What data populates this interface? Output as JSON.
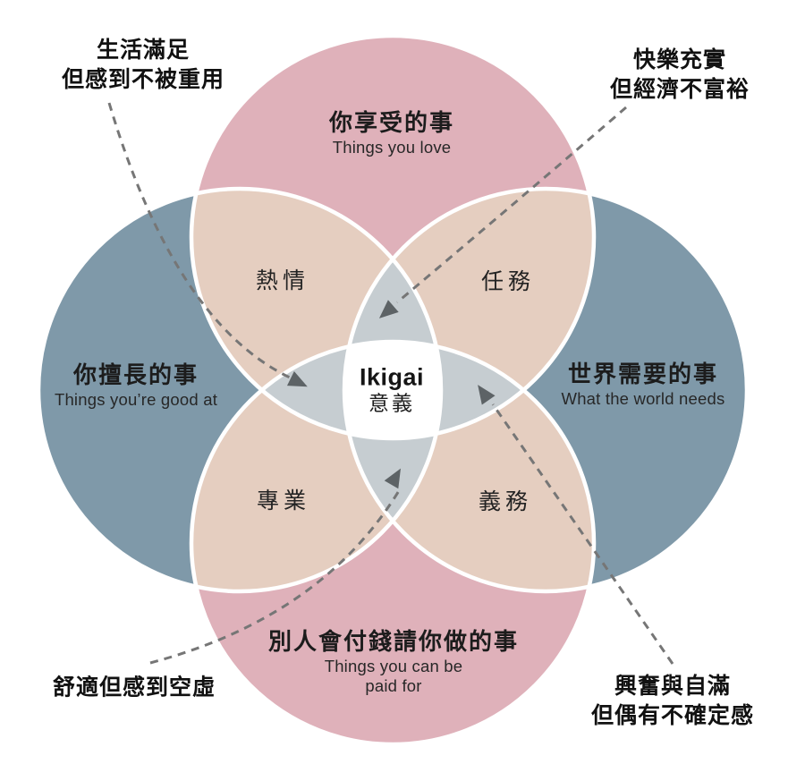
{
  "diagram": {
    "title_concept": "Ikigai",
    "center": {
      "title": "Ikigai",
      "subtitle": "意義"
    },
    "circles": {
      "top": {
        "zh": "你享受的事",
        "en": "Things you love"
      },
      "left": {
        "zh": "你擅長的事",
        "en": "Things you’re good at"
      },
      "right": {
        "zh": "世界需要的事",
        "en": "What the world needs"
      },
      "bottom": {
        "zh": "別人會付錢請你做的事",
        "en": "Things you can be paid for"
      }
    },
    "overlaps": {
      "passion": "熱情",
      "mission": "任務",
      "profession": "專業",
      "vocation": "義務"
    },
    "annotations": {
      "top_left": {
        "line1": "生活滿足",
        "line2": "但感到不被重用"
      },
      "top_right": {
        "line1": "快樂充實",
        "line2": "但經濟不富裕"
      },
      "bottom_left": {
        "line1": "舒適但感到空虛",
        "line2": ""
      },
      "bottom_right": {
        "line1": "興奮與自滿",
        "line2": "但偶有不確定感"
      }
    },
    "colors": {
      "pink": "#dfb1ba",
      "blue": "#7f99a9",
      "tan": "#e5cec0",
      "gray": "#c6cdd1",
      "center": "#ffffff",
      "outline": "#ffffff",
      "dash": "#767676",
      "arrow": "#5d6366"
    }
  }
}
